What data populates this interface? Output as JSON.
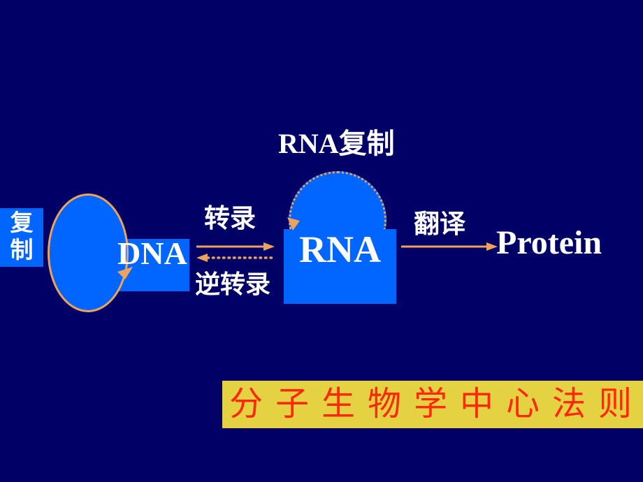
{
  "slide": {
    "kind": "presentation-slide",
    "colors": {
      "background": "#000066",
      "accent_blue": "#0066FF",
      "arrow_orange": "#EDA35B",
      "banner_bg": "#E5D243",
      "banner_text": "#FF2808",
      "text_white": "#FFFFFF"
    }
  },
  "diagram": {
    "rna_replication_label": "RNA复制",
    "replication": {
      "char1": "复",
      "char2": "制"
    },
    "dna_label": "DNA",
    "rna_label": "RNA",
    "transcription_label": "转录",
    "reverse_transcription_label": "逆转录",
    "translation_label": "翻译",
    "protein_label": "Protein"
  },
  "banner": {
    "title": "分 子 生 物 学 中 心 法 则"
  }
}
